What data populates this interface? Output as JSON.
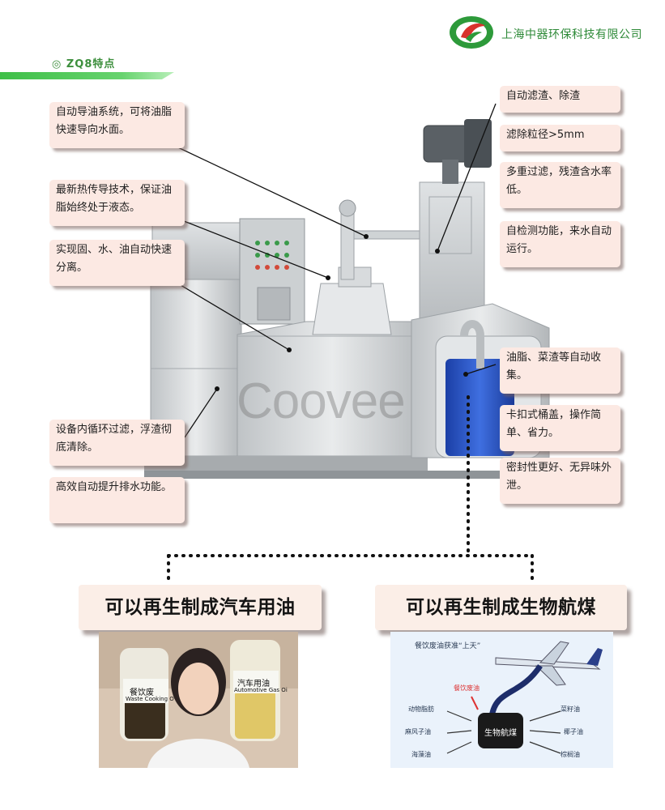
{
  "header": {
    "company": "上海中器环保科技有限公司",
    "section_title": "◎ ZQ8特点"
  },
  "callouts_left": [
    {
      "text": "自动导油系统，可将油脂快速导向水面。"
    },
    {
      "text": "最新热传导技术，保证油脂始终处于液态。"
    },
    {
      "text": "实现固、水、油自动快速分离。"
    },
    {
      "text": "设备内循环过滤，浮渣彻底清除。"
    },
    {
      "text": "高效自动提升排水功能。"
    }
  ],
  "callouts_right": [
    {
      "text": "自动滤渣、除渣"
    },
    {
      "text": "滤除粒径>5mm"
    },
    {
      "text": "多重过滤，残渣含水率低。"
    },
    {
      "text": "自检测功能，来水自动运行。"
    },
    {
      "text": "油脂、菜渣等自动收集。"
    },
    {
      "text": "卡扣式桶盖，操作简单、省力。"
    },
    {
      "text": "密封性更好、无异味外泄。"
    }
  ],
  "watermark": "Coovee",
  "panels": {
    "left_title": "可以再生制成汽车用油",
    "right_title": "可以再生制成生物航煤",
    "left_jar1": "餐饮废",
    "left_jar1_en": "Waste Cooking O",
    "left_jar2": "汽车用油",
    "left_jar2_en": "Automotive Gas Oi",
    "right_header": "餐饮废油获准“上天”",
    "right_waste": "餐饮废油",
    "right_drum": "生物航煤",
    "right_sources_left": [
      "动物脂肪",
      "麻风子油",
      "海藻油"
    ],
    "right_sources_right": [
      "菜籽油",
      "椰子油",
      "棕榈油"
    ]
  },
  "colors": {
    "brand_green": "#2e8a38",
    "callout_bg": "#fce9e3",
    "banner_bg": "#fbeee7"
  }
}
